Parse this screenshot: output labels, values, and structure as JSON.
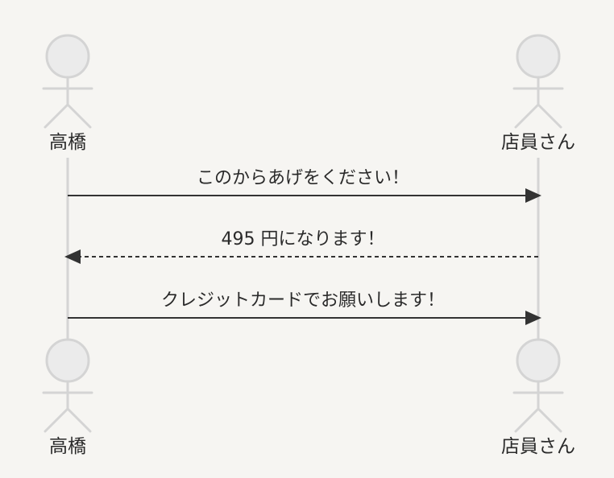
{
  "diagram": {
    "type": "sequence",
    "participants": [
      {
        "id": "takahashi",
        "label": "高橋"
      },
      {
        "id": "clerk",
        "label": "店員さん"
      }
    ],
    "messages": [
      {
        "from": "takahashi",
        "to": "clerk",
        "label": "このからあげをください！",
        "style": "solid"
      },
      {
        "from": "clerk",
        "to": "takahashi",
        "label": "495 円になります！",
        "style": "dashed"
      },
      {
        "from": "takahashi",
        "to": "clerk",
        "label": "クレジットカードでお願いします！",
        "style": "solid"
      }
    ],
    "colors": {
      "background": "#f6f5f2",
      "actor_fill": "#ebebeb",
      "actor_stroke": "#d4d4d4",
      "arrow": "#333333",
      "text": "#2a2a2a"
    }
  }
}
